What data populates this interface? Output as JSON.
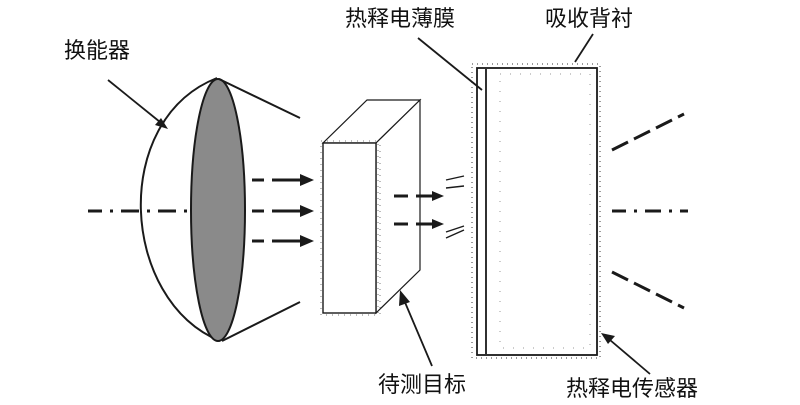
{
  "labels": {
    "transducer": "换能器",
    "pyro_film": "热释电薄膜",
    "absorb_backing": "吸收背衬",
    "target": "待测目标",
    "pyro_sensor": "热释电传感器"
  },
  "colors": {
    "line": "#1a1a1a",
    "lens_fill": "#8a8a8a",
    "dots": "#7a7a7a",
    "background": "#ffffff"
  }
}
